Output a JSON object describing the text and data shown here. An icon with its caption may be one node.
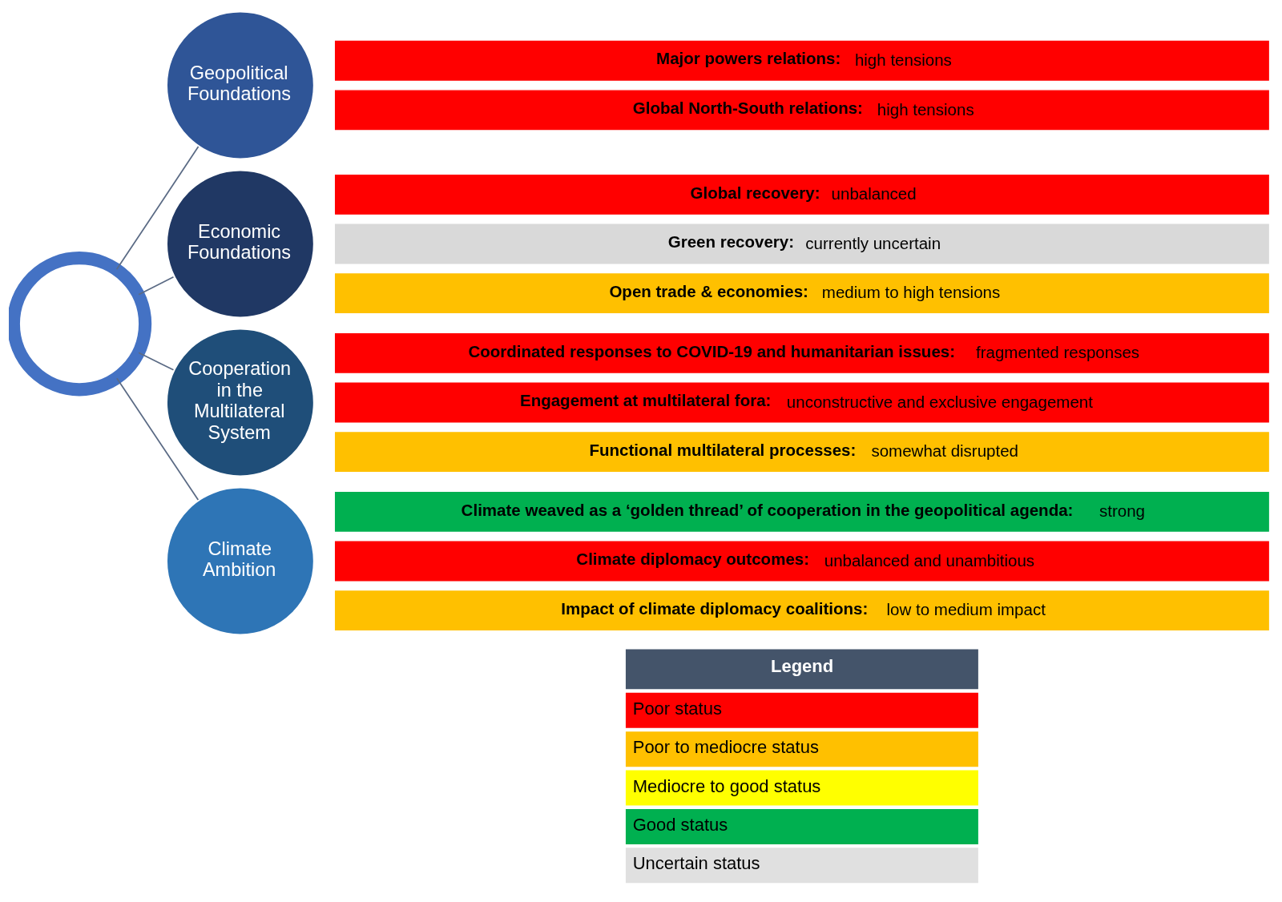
{
  "diagram": {
    "nodes": [
      {
        "text": [],
        "shape": "circle"
      },
      {
        "text": [
          "Geopolitical Foundations"
        ]
      },
      {
        "text": [
          "**Major powers relations:** high tensions"
        ]
      },
      {
        "text": [
          "**Global North-South relations:** high tensions"
        ]
      },
      {
        "text": [
          "Economic Foundations"
        ]
      },
      {
        "text": [
          "**Global recovery:** unbalanced"
        ]
      },
      {
        "text": [
          "**Green recovery:** currently uncertain"
        ]
      },
      {
        "text": [
          "**Open trade & economies:** medium to high tensions"
        ]
      },
      {
        "text": [
          "Cooperation in the Multilateral System"
        ]
      },
      {
        "text": [
          "**Coordinated responses to COVID-19 and humanitarian issues:** fragmented responses"
        ]
      },
      {
        "text": [
          "**Engagement at multilateral fora:** unconstructive and exclusive engagement"
        ]
      },
      {
        "text": [
          "**Functional multilateral processes:** somewhat disrupted"
        ]
      },
      {
        "text": [
          "Climate Ambition"
        ]
      },
      {
        "text": [
          "**Climate weaved as a ‘golden thread’ of cooperation in the geopolitical agenda:** strong"
        ]
      },
      {
        "text": [
          "**Climate diplomacy outcomes:** unbalanced and unambitious"
        ]
      },
      {
        "text": [
          "**Impact of climate diplomacy coalitions:** low to medium impact"
        ]
      }
    ],
    "edges": [
      {
        "from": 0,
        "to": 1,
        "arrow": "none"
      },
      {
        "from": 0,
        "to": 4,
        "arrow": "none"
      },
      {
        "from": 0,
        "to": 8,
        "arrow": "none"
      },
      {
        "from": 0,
        "to": 12,
        "arrow": "none"
      }
    ],
    "labels": [
      "Legend"
    ],
    "legend": [
      {
        "text": "Poor status",
        "color": "#ff0000"
      },
      {
        "text": "Poor to mediocre status",
        "color": "#ffc000"
      },
      {
        "text": "Mediocre to good status",
        "color": "#ffff00"
      },
      {
        "text": "Good status",
        "color": "#00b050"
      },
      {
        "text": "Uncertain status",
        "color": "#e0e0e0"
      }
    ]
  }
}
